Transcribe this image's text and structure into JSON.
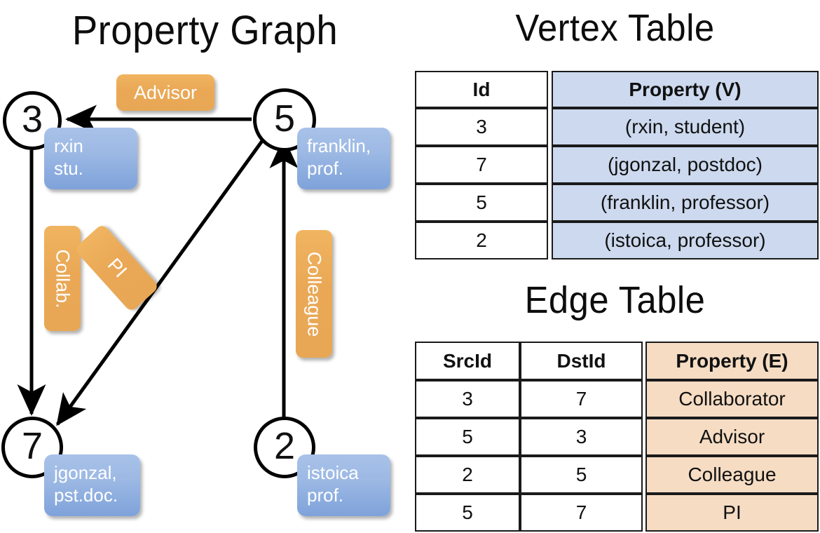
{
  "titles": {
    "property_graph": "Property Graph",
    "vertex_table": "Vertex Table",
    "edge_table": "Edge Table"
  },
  "colors": {
    "vertex_property_fill": "#ccd9ee",
    "edge_property_fill": "#f5dcc3",
    "vertex_box_fill": "#9db9e4",
    "edge_label_fill": "#eaa856",
    "stroke": "#000000"
  },
  "graph": {
    "nodes": [
      {
        "id": "3",
        "property_lines": [
          "rxin",
          "stu."
        ]
      },
      {
        "id": "5",
        "property_lines": [
          "franklin,",
          "prof."
        ]
      },
      {
        "id": "7",
        "property_lines": [
          "jgonzal,",
          "pst.doc."
        ]
      },
      {
        "id": "2",
        "property_lines": [
          "istoica",
          "prof."
        ]
      }
    ],
    "edge_labels": [
      {
        "name": "advisor",
        "text": "Advisor"
      },
      {
        "name": "collab",
        "text": "Collab."
      },
      {
        "name": "pi",
        "text": "PI"
      },
      {
        "name": "colleague",
        "text": "Colleague"
      }
    ]
  },
  "vertex_table": {
    "headers": [
      "Id",
      "Property (V)"
    ],
    "rows": [
      [
        "3",
        "(rxin, student)"
      ],
      [
        "7",
        "(jgonzal, postdoc)"
      ],
      [
        "5",
        "(franklin, professor)"
      ],
      [
        "2",
        "(istoica, professor)"
      ]
    ]
  },
  "edge_table": {
    "headers": [
      "SrcId",
      "DstId",
      "Property (E)"
    ],
    "rows": [
      [
        "3",
        "7",
        "Collaborator"
      ],
      [
        "5",
        "3",
        "Advisor"
      ],
      [
        "2",
        "5",
        "Colleague"
      ],
      [
        "5",
        "7",
        "PI"
      ]
    ]
  }
}
